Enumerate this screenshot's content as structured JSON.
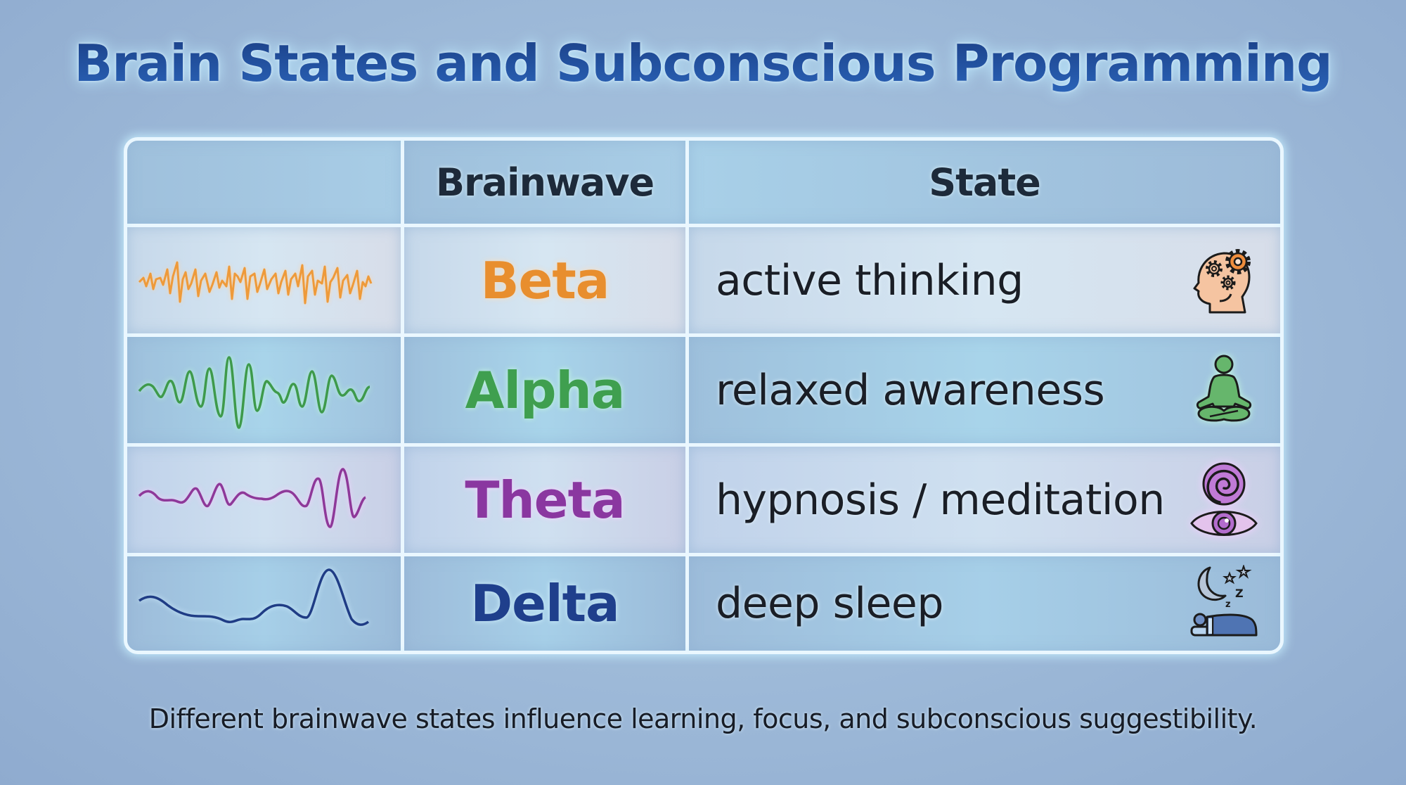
{
  "title": "Brain States and Subconscious Programming",
  "table": {
    "headers": {
      "wave": "",
      "brainwave": "Brainwave",
      "state": "State"
    },
    "rows": [
      {
        "brainwave": "Beta",
        "state": "active thinking",
        "color": "#e88e2e",
        "glow": "rgba(255,200,140,0.8)",
        "wave_icon": "high-frequency-wave",
        "state_icon": "head-with-gears-icon"
      },
      {
        "brainwave": "Alpha",
        "state": "relaxed awareness",
        "color": "#3f9f4f",
        "glow": "rgba(190,255,210,0.85)",
        "wave_icon": "medium-frequency-wave",
        "state_icon": "meditation-pose-icon"
      },
      {
        "brainwave": "Theta",
        "state": "hypnosis / meditation",
        "color": "#8a37a0",
        "glow": "rgba(245,200,255,0.85)",
        "wave_icon": "low-frequency-wave",
        "state_icon": "hypnotic-spiral-eye-icon"
      },
      {
        "brainwave": "Delta",
        "state": "deep sleep",
        "color": "#1f3f8c",
        "glow": "rgba(210,240,255,0.85)",
        "wave_icon": "very-low-frequency-wave",
        "state_icon": "moon-stars-sleeping-icon"
      }
    ]
  },
  "footnote": "Different brainwave states influence learning, focus, and subconscious suggestibility.",
  "colors": {
    "title": "#1f4f9c",
    "header_text": "#1d2a3a",
    "body_text": "#1a1e26",
    "border_glow": "#eaf7ff",
    "background": "#9db9d8"
  }
}
